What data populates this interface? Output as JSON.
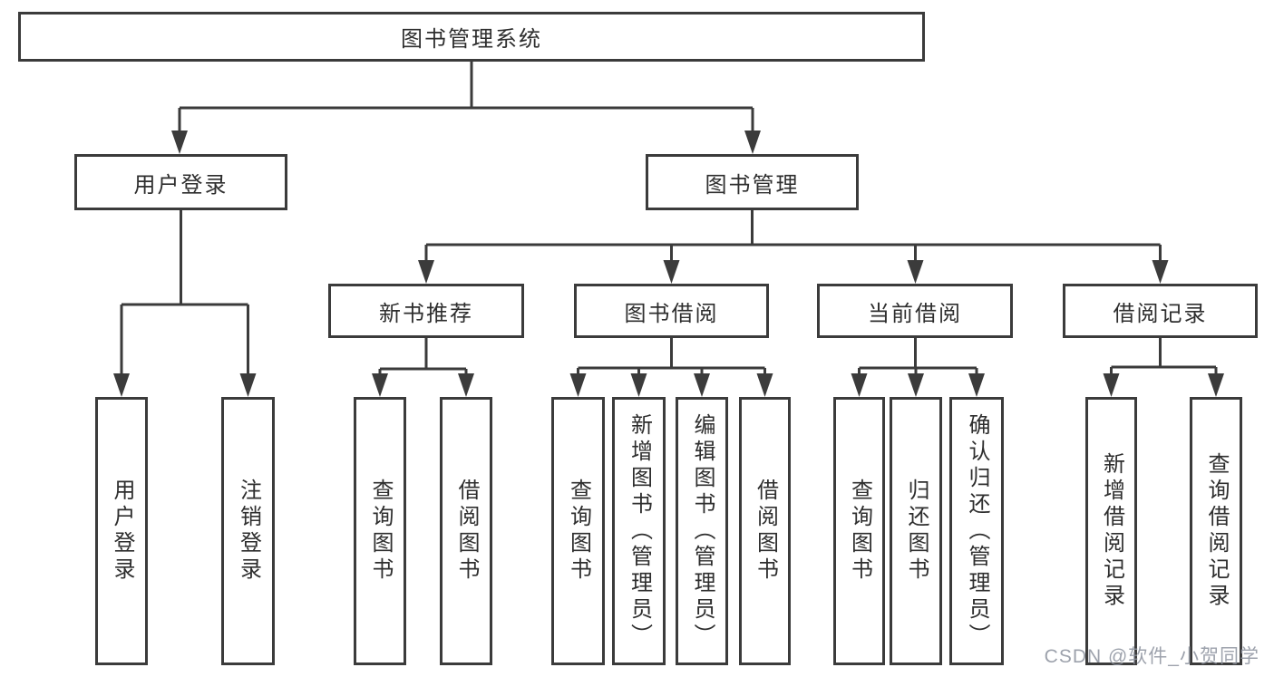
{
  "nodes": {
    "root": {
      "label": "图书管理系统"
    },
    "user_login": {
      "label": "用户登录"
    },
    "book_mgmt": {
      "label": "图书管理"
    },
    "login": {
      "label": "用户登录"
    },
    "logout": {
      "label": "注销登录"
    },
    "new_books": {
      "label": "新书推荐"
    },
    "book_borrow": {
      "label": "图书借阅"
    },
    "current_borrow": {
      "label": "当前借阅"
    },
    "borrow_records": {
      "label": "借阅记录"
    },
    "nb_query": {
      "label": "查询图书"
    },
    "nb_borrow": {
      "label": "借阅图书"
    },
    "bb_query": {
      "label": "查询图书"
    },
    "bb_add": {
      "label": "新增图书（管理员）"
    },
    "bb_edit": {
      "label": "编辑图书（管理员）"
    },
    "bb_borrow": {
      "label": "借阅图书"
    },
    "cb_query": {
      "label": "查询图书"
    },
    "cb_return": {
      "label": "归还图书"
    },
    "cb_confirm": {
      "label": "确认归还（管理员）"
    },
    "br_add": {
      "label": "新增借阅记录"
    },
    "br_query": {
      "label": "查询借阅记录"
    }
  },
  "hierarchy": [
    {
      "parent": "图书管理系统",
      "children": [
        "用户登录",
        "图书管理"
      ]
    },
    {
      "parent": "用户登录",
      "children": [
        "用户登录",
        "注销登录"
      ]
    },
    {
      "parent": "图书管理",
      "children": [
        "新书推荐",
        "图书借阅",
        "当前借阅",
        "借阅记录"
      ]
    },
    {
      "parent": "新书推荐",
      "children": [
        "查询图书",
        "借阅图书"
      ]
    },
    {
      "parent": "图书借阅",
      "children": [
        "查询图书",
        "新增图书（管理员）",
        "编辑图书（管理员）",
        "借阅图书"
      ]
    },
    {
      "parent": "当前借阅",
      "children": [
        "查询图书",
        "归还图书",
        "确认归还（管理员）"
      ]
    },
    {
      "parent": "借阅记录",
      "children": [
        "新增借阅记录",
        "查询借阅记录"
      ]
    }
  ],
  "colors": {
    "line": "#3b3b3b",
    "text": "#2e2e2e",
    "watermark": "#8c929e",
    "background": "#ffffff"
  },
  "watermark": "CSDN @软件_小贺同学"
}
